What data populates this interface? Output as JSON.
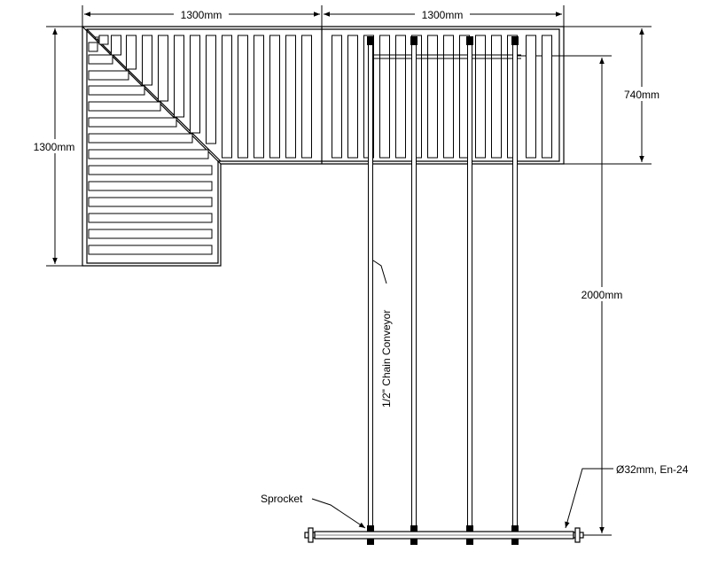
{
  "dimensions": {
    "top_left": "1300mm",
    "top_right": "1300mm",
    "left_height": "1300mm",
    "right_upper": "740mm",
    "right_lower": "2000mm"
  },
  "labels": {
    "chain_conveyor": "1/2\" Chain Conveyor",
    "sprocket": "Sprocket",
    "shaft": "Ø32mm, En-24"
  },
  "colors": {
    "line": "#000000",
    "background": "#ffffff"
  }
}
